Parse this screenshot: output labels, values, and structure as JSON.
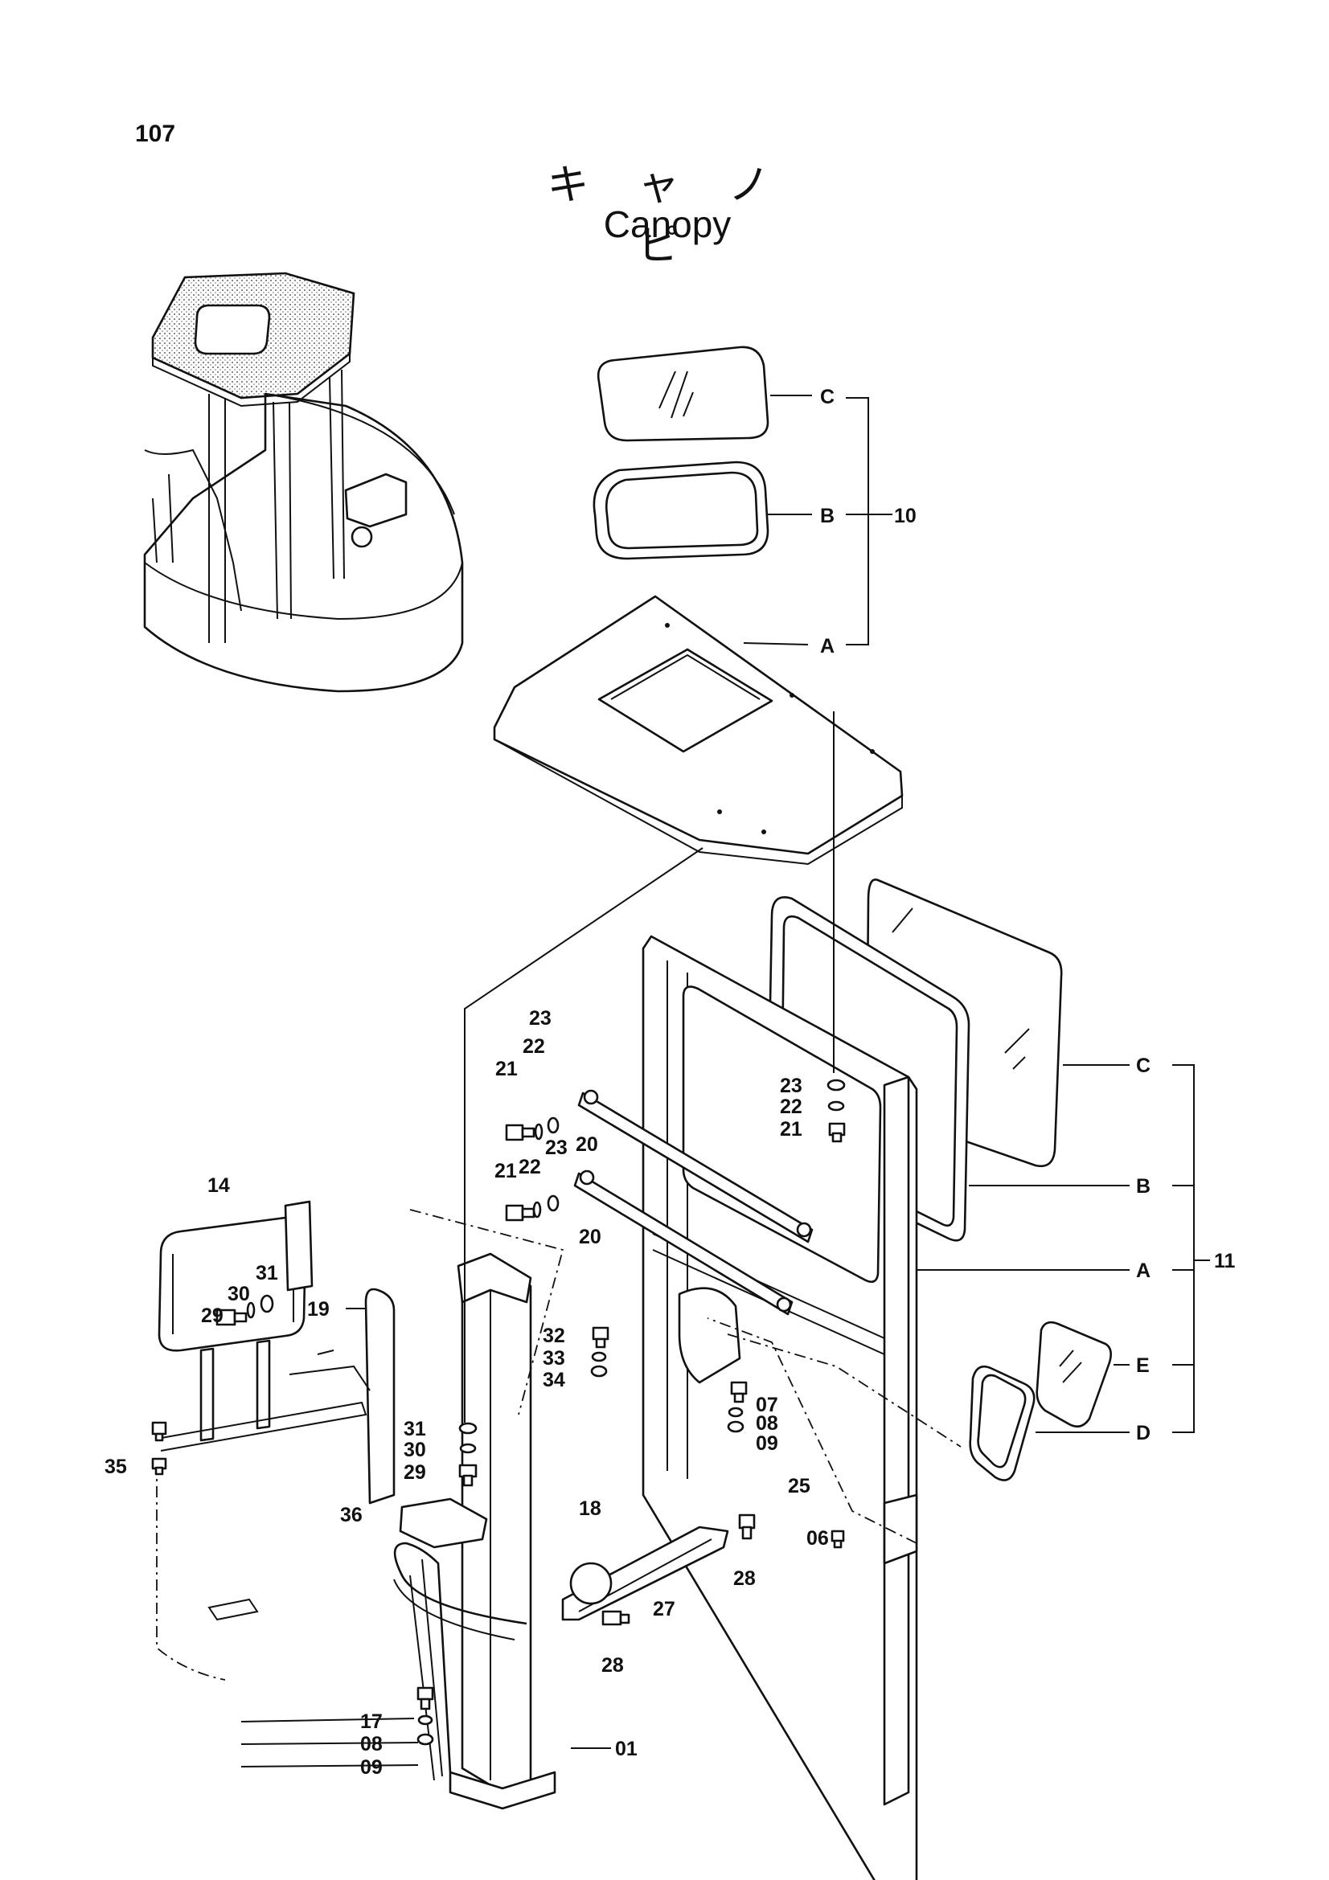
{
  "page_number": "107",
  "title_jp": "キ ャ ノ ピ",
  "title_en": "Canopy",
  "callouts": {
    "roof_glass": "C",
    "roof_seal": "B",
    "roof": "A",
    "roof_group": "10",
    "side_glass": "C",
    "side_seal": "B",
    "side_frame": "A",
    "small_glass": "E",
    "small_seal": "D",
    "side_group": "11",
    "p01": "01",
    "p06": "06",
    "p07": "07",
    "p08a": "08",
    "p09a": "09",
    "p08b": "08",
    "p09b": "09",
    "p14": "14",
    "p17": "17",
    "p18": "18",
    "p19": "19",
    "p20a": "20",
    "p20b": "20",
    "p21a": "21",
    "p22a": "22",
    "p23a": "23",
    "p21b": "21",
    "p22b": "22",
    "p23b": "23",
    "p21c": "21",
    "p22c": "22",
    "p23c": "23",
    "p25": "25",
    "p27": "27",
    "p28a": "28",
    "p28b": "28",
    "p29a": "29",
    "p30a": "30",
    "p31a": "31",
    "p29b": "29",
    "p30b": "30",
    "p31b": "31",
    "p32": "32",
    "p33": "33",
    "p34": "34",
    "p35": "35",
    "p36": "36"
  },
  "colors": {
    "ink": "#111111",
    "paper": "#ffffff"
  }
}
